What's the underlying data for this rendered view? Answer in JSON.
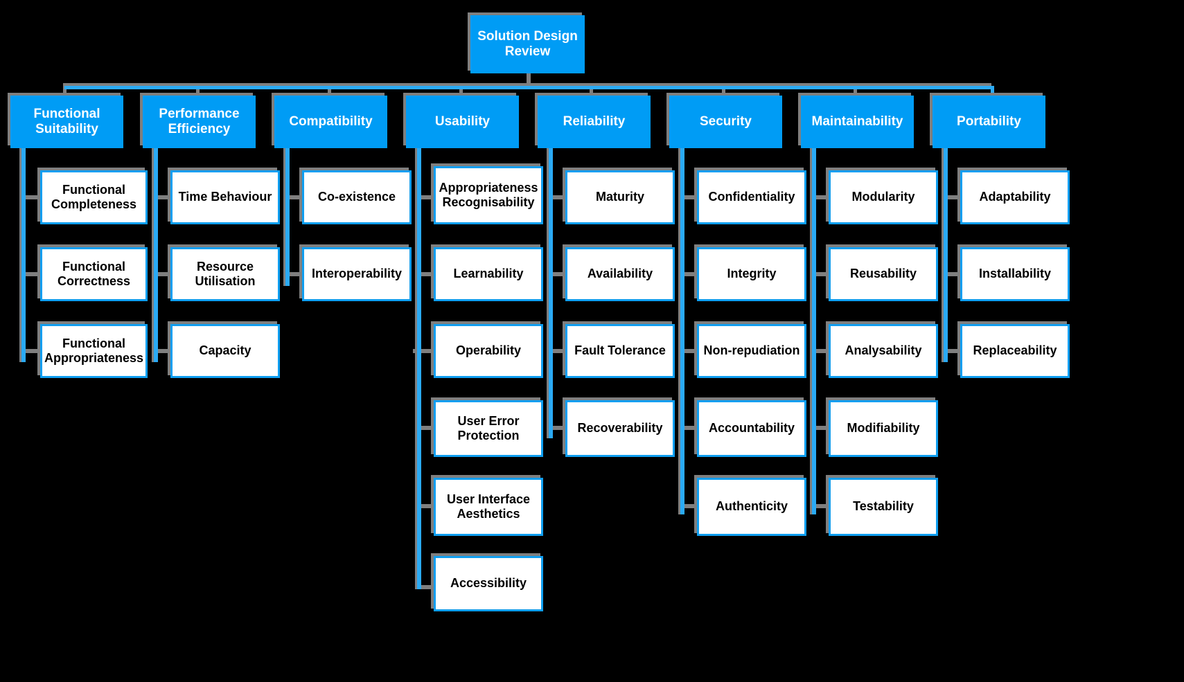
{
  "diagram": {
    "title": "Solution Design Review",
    "type": "organizational-hierarchy",
    "colors": {
      "background": "#000000",
      "primary_blue": "#009cf5",
      "border_blue": "#0f9ef0",
      "connector_grey": "#7f7f7f",
      "connector_blue": "#2aaaf5",
      "node_white": "#ffffff",
      "text_on_blue": "#ffffff",
      "text_on_white": "#000000"
    },
    "root": {
      "label": "Solution Design Review"
    },
    "categories": [
      {
        "label": "Functional Suitability",
        "children": [
          {
            "label": "Functional Completeness"
          },
          {
            "label": "Functional Correctness"
          },
          {
            "label": "Functional Appropriateness"
          }
        ]
      },
      {
        "label": "Performance Efficiency",
        "children": [
          {
            "label": "Time Behaviour"
          },
          {
            "label": "Resource Utilisation"
          },
          {
            "label": "Capacity"
          }
        ]
      },
      {
        "label": "Compatibility",
        "children": [
          {
            "label": "Co-existence"
          },
          {
            "label": "Interoperability"
          }
        ]
      },
      {
        "label": "Usability",
        "children": [
          {
            "label": "Appropriateness Recognisability"
          },
          {
            "label": "Learnability"
          },
          {
            "label": "Operability"
          },
          {
            "label": "User Error Protection"
          },
          {
            "label": "User Interface Aesthetics"
          },
          {
            "label": "Accessibility"
          }
        ]
      },
      {
        "label": "Reliability",
        "children": [
          {
            "label": "Maturity"
          },
          {
            "label": "Availability"
          },
          {
            "label": "Fault Tolerance"
          },
          {
            "label": "Recoverability"
          }
        ]
      },
      {
        "label": "Security",
        "children": [
          {
            "label": "Confidentiality"
          },
          {
            "label": "Integrity"
          },
          {
            "label": "Non-repudiation"
          },
          {
            "label": "Accountability"
          },
          {
            "label": "Authenticity"
          }
        ]
      },
      {
        "label": "Maintainability",
        "children": [
          {
            "label": "Modularity"
          },
          {
            "label": "Reusability"
          },
          {
            "label": "Analysability"
          },
          {
            "label": "Modifiability"
          },
          {
            "label": "Testability"
          }
        ]
      },
      {
        "label": "Portability",
        "children": [
          {
            "label": "Adaptability"
          },
          {
            "label": "Installability"
          },
          {
            "label": "Replaceability"
          }
        ]
      }
    ]
  }
}
